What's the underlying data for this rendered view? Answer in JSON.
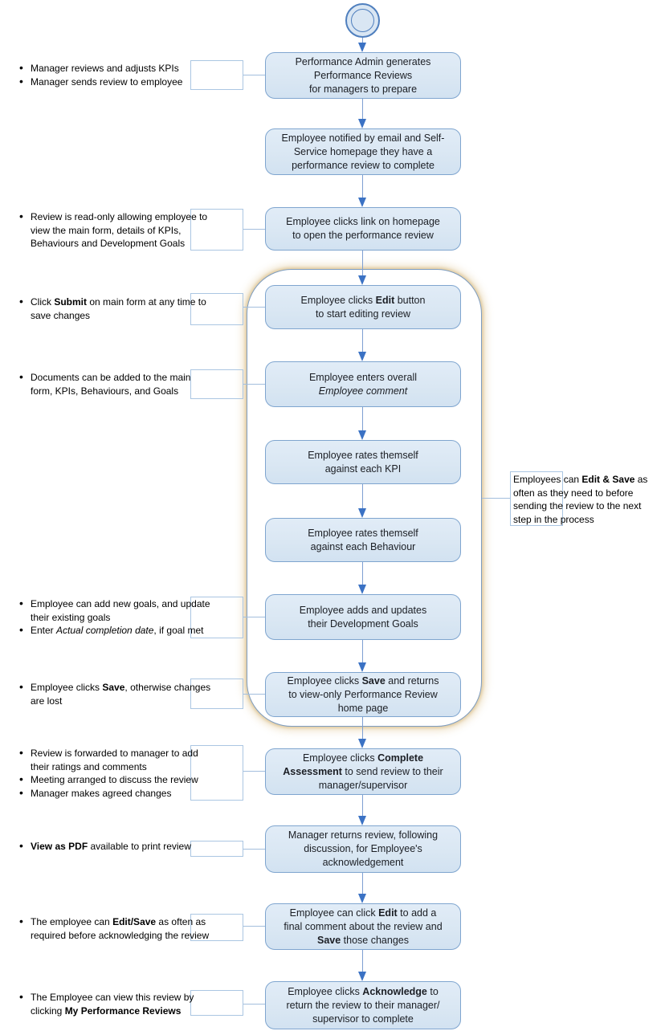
{
  "colors": {
    "node_fill": "#dae7f3",
    "node_border": "#7fa5cf",
    "node_text": "#1b1e24",
    "arrow_line": "#7e9fd2",
    "arrow_head": "#3b72c4",
    "connector": "#a3bedd",
    "bracket_border": "#abc6e2",
    "container_border": "#7d9cc0",
    "container_glow": "#e2cb9f",
    "start_border": "#4f7fbe",
    "start_fill": "#d9e6f3",
    "note_text": "#000000"
  },
  "flow": {
    "steps": [
      {
        "runs": [
          {
            "t": "Performance Admin generates"
          },
          {
            "br": true
          },
          {
            "t": "Performance Reviews"
          },
          {
            "br": true
          },
          {
            "t": "for managers to prepare"
          }
        ]
      },
      {
        "runs": [
          {
            "t": "Employee notified by email and Self-"
          },
          {
            "br": true
          },
          {
            "t": "Service homepage they have a"
          },
          {
            "br": true
          },
          {
            "t": "performance review to complete"
          }
        ]
      },
      {
        "runs": [
          {
            "t": "Employee clicks link on homepage"
          },
          {
            "br": true
          },
          {
            "t": "to open the performance review"
          }
        ]
      },
      {
        "runs": [
          {
            "t": "Employee clicks "
          },
          {
            "t": "Edit",
            "b": true
          },
          {
            "t": " button"
          },
          {
            "br": true
          },
          {
            "t": "to start editing review"
          }
        ]
      },
      {
        "runs": [
          {
            "t": "Employee enters overall"
          },
          {
            "br": true
          },
          {
            "t": "Employee comment",
            "i": true
          }
        ]
      },
      {
        "runs": [
          {
            "t": "Employee rates themself"
          },
          {
            "br": true
          },
          {
            "t": "against each KPI"
          }
        ]
      },
      {
        "runs": [
          {
            "t": "Employee rates themself"
          },
          {
            "br": true
          },
          {
            "t": "against each Behaviour"
          }
        ]
      },
      {
        "runs": [
          {
            "t": "Employee adds and updates"
          },
          {
            "br": true
          },
          {
            "t": "their Development Goals"
          }
        ]
      },
      {
        "runs": [
          {
            "t": "Employee clicks "
          },
          {
            "t": "Save",
            "b": true
          },
          {
            "t": " and returns"
          },
          {
            "br": true
          },
          {
            "t": "to view-only Performance Review"
          },
          {
            "br": true
          },
          {
            "t": "home page"
          }
        ]
      },
      {
        "runs": [
          {
            "t": "Employee clicks "
          },
          {
            "t": "Complete",
            "b": true
          },
          {
            "br": true
          },
          {
            "t": "Assessment",
            "b": true
          },
          {
            "t": " to send review to their"
          },
          {
            "br": true
          },
          {
            "t": "manager/supervisor"
          }
        ]
      },
      {
        "runs": [
          {
            "t": "Manager returns review, following"
          },
          {
            "br": true
          },
          {
            "t": "discussion, for Employee's"
          },
          {
            "br": true
          },
          {
            "t": "acknowledgement"
          }
        ]
      },
      {
        "runs": [
          {
            "t": "Employee can click "
          },
          {
            "t": "Edit",
            "b": true
          },
          {
            "t": " to add a"
          },
          {
            "br": true
          },
          {
            "t": "final comment about the review and"
          },
          {
            "br": true
          },
          {
            "t": "Save",
            "b": true
          },
          {
            "t": " those changes"
          }
        ]
      },
      {
        "runs": [
          {
            "t": "Employee clicks "
          },
          {
            "t": "Acknowledge",
            "b": true
          },
          {
            "t": " to"
          },
          {
            "br": true
          },
          {
            "t": "return the review to their manager/"
          },
          {
            "br": true
          },
          {
            "t": "supervisor to complete"
          }
        ]
      }
    ],
    "left_notes": [
      {
        "bullets": [
          [
            {
              "t": "Manager reviews and adjusts KPIs"
            }
          ],
          [
            {
              "t": "Manager sends review to employee"
            }
          ]
        ]
      },
      {
        "bullets": [
          [
            {
              "t": "Review is read-only allowing employee to"
            },
            {
              "br": true
            },
            {
              "t": "view the main form, details of KPIs,"
            },
            {
              "br": true
            },
            {
              "t": "Behaviours and Development Goals"
            }
          ]
        ]
      },
      {
        "bullets": [
          [
            {
              "t": "Click "
            },
            {
              "t": "Submit",
              "b": true
            },
            {
              "t": " on main form at any time to"
            },
            {
              "br": true
            },
            {
              "t": "save changes"
            }
          ]
        ]
      },
      {
        "bullets": [
          [
            {
              "t": "Documents can be added to the main"
            },
            {
              "br": true
            },
            {
              "t": "form, KPIs, Behaviours, and Goals"
            }
          ]
        ]
      },
      {
        "bullets": [
          [
            {
              "t": "Employee can add new goals, and update"
            },
            {
              "br": true
            },
            {
              "t": "their existing goals"
            }
          ],
          [
            {
              "t": "Enter "
            },
            {
              "t": "Actual completion date",
              "i": true
            },
            {
              "t": ", if goal met"
            }
          ]
        ]
      },
      {
        "bullets": [
          [
            {
              "t": "Employee clicks "
            },
            {
              "t": "Save",
              "b": true
            },
            {
              "t": ", otherwise changes"
            },
            {
              "br": true
            },
            {
              "t": "are lost"
            }
          ]
        ]
      },
      {
        "bullets": [
          [
            {
              "t": "Review is forwarded to manager to add"
            },
            {
              "br": true
            },
            {
              "t": "their ratings and comments"
            }
          ],
          [
            {
              "t": "Meeting arranged to discuss the review"
            }
          ],
          [
            {
              "t": "Manager makes agreed changes"
            }
          ]
        ]
      },
      {
        "bullets": [
          [
            {
              "t": "View as PDF",
              "b": true
            },
            {
              "t": " available to print review"
            }
          ]
        ]
      },
      {
        "bullets": [
          [
            {
              "t": "The employee can "
            },
            {
              "t": "Edit/Save",
              "b": true
            },
            {
              "t": " as often as"
            },
            {
              "br": true
            },
            {
              "t": "required before acknowledging the review"
            }
          ]
        ]
      },
      {
        "bullets": [
          [
            {
              "t": "The Employee can view this review by"
            },
            {
              "br": true
            },
            {
              "t": "clicking "
            },
            {
              "t": "My Performance Reviews",
              "b": true
            }
          ]
        ]
      }
    ],
    "right_note": {
      "runs": [
        {
          "t": "Employees can "
        },
        {
          "t": "Edit & Save",
          "b": true
        },
        {
          "t": " as"
        },
        {
          "br": true
        },
        {
          "t": "often as they need to before"
        },
        {
          "br": true
        },
        {
          "t": "sending the review to the next"
        },
        {
          "br": true
        },
        {
          "t": "step in the process"
        }
      ]
    }
  }
}
